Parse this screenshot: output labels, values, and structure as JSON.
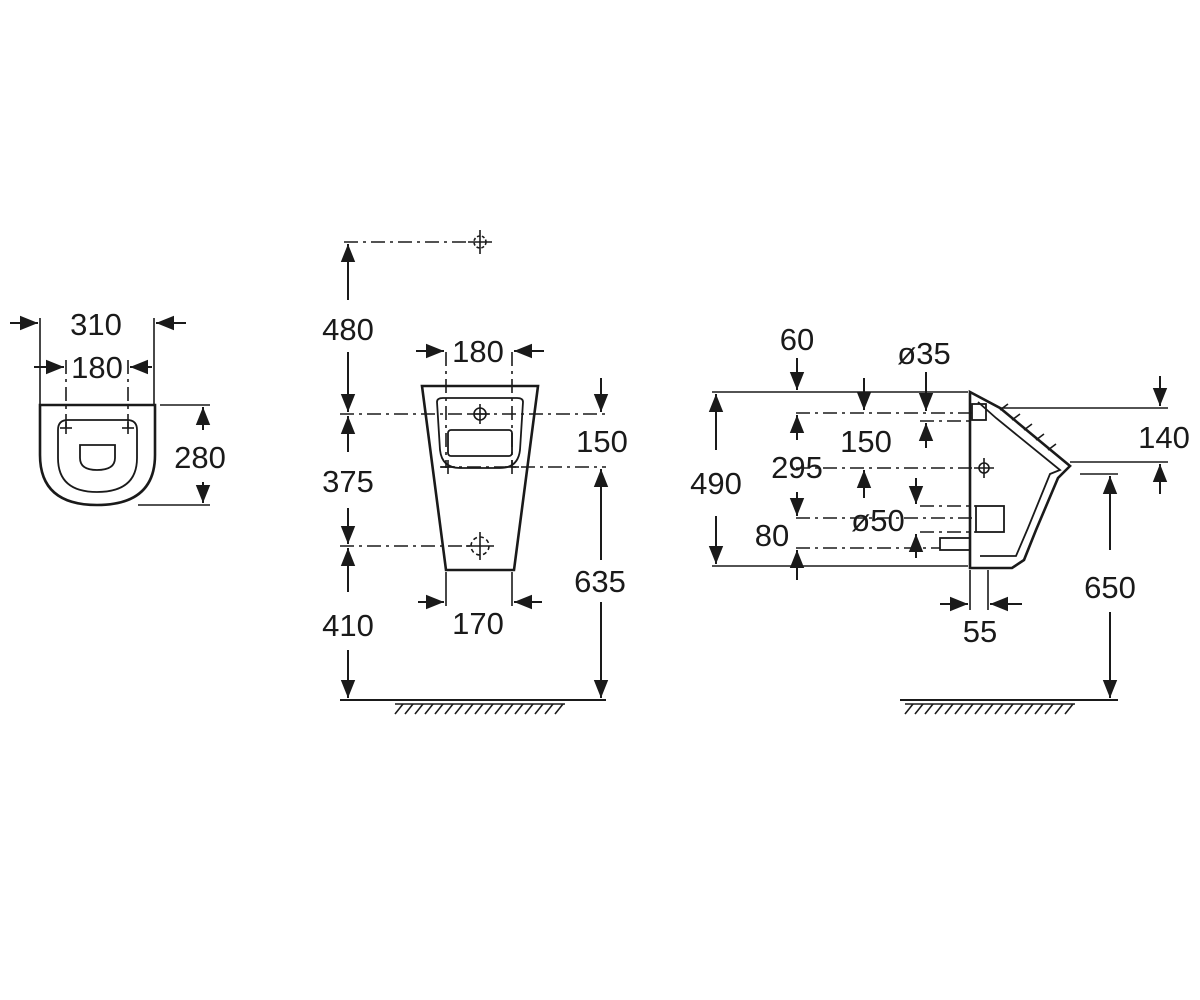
{
  "colors": {
    "ink": "#1a1a1a",
    "background": "#ffffff"
  },
  "views": {
    "top": {
      "width_outer": "310",
      "width_holes": "180",
      "depth": "280"
    },
    "front": {
      "upper_height": "480",
      "top_width": "180",
      "mid_height": "375",
      "inlet_offset": "150",
      "lower_height": "410",
      "base_width": "170",
      "rim_height": "635"
    },
    "side": {
      "top_offset": "60",
      "inlet_diameter": "ø35",
      "total_height": "490",
      "upper_spacing": "150",
      "inlet_to_outlet": "295",
      "outlet_diameter": "ø50",
      "bottom_spacing": "80",
      "projection_top": "140",
      "rim_height": "650",
      "wall_gap": "55"
    }
  }
}
